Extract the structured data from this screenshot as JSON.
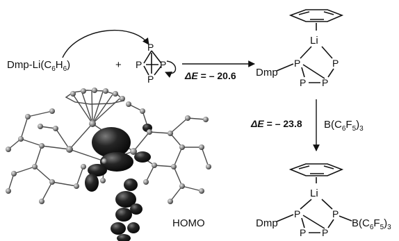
{
  "reaction": {
    "reactant_left": {
      "prefix": "Dmp",
      "core": "Li(C",
      "sub1": "6",
      "mid": "H",
      "sub2": "6",
      "close": ")"
    },
    "plus": "+",
    "p4_atoms": [
      "P",
      "P",
      "P",
      "P"
    ],
    "step1": {
      "delta_symbol": "ΔE",
      "delta_eq": " = – 20.6"
    },
    "product1": {
      "li": "Li",
      "dmp": "Dmp",
      "p_atoms": [
        "P",
        "P",
        "P",
        "P"
      ]
    },
    "step2": {
      "delta_symbol": "ΔE",
      "delta_eq": " = – 23.8",
      "reagent_core": "B(C",
      "reagent_sub1": "6",
      "reagent_mid": "F",
      "reagent_sub2": "5",
      "reagent_close": ")",
      "reagent_sub3": "3"
    },
    "product2": {
      "li": "Li",
      "dmp": "Dmp",
      "p_atoms": [
        "P",
        "P",
        "P",
        "P"
      ],
      "boron_core": "B(C",
      "boron_sub1": "6",
      "boron_mid": "F",
      "boron_sub2": "5",
      "boron_close": ")",
      "boron_sub3": "3"
    }
  },
  "orbital_panel": {
    "caption": "HOMO"
  },
  "colors": {
    "ink": "#111111",
    "lobe": "#262626",
    "atom": "#8a8a8a",
    "background": "#ffffff"
  }
}
